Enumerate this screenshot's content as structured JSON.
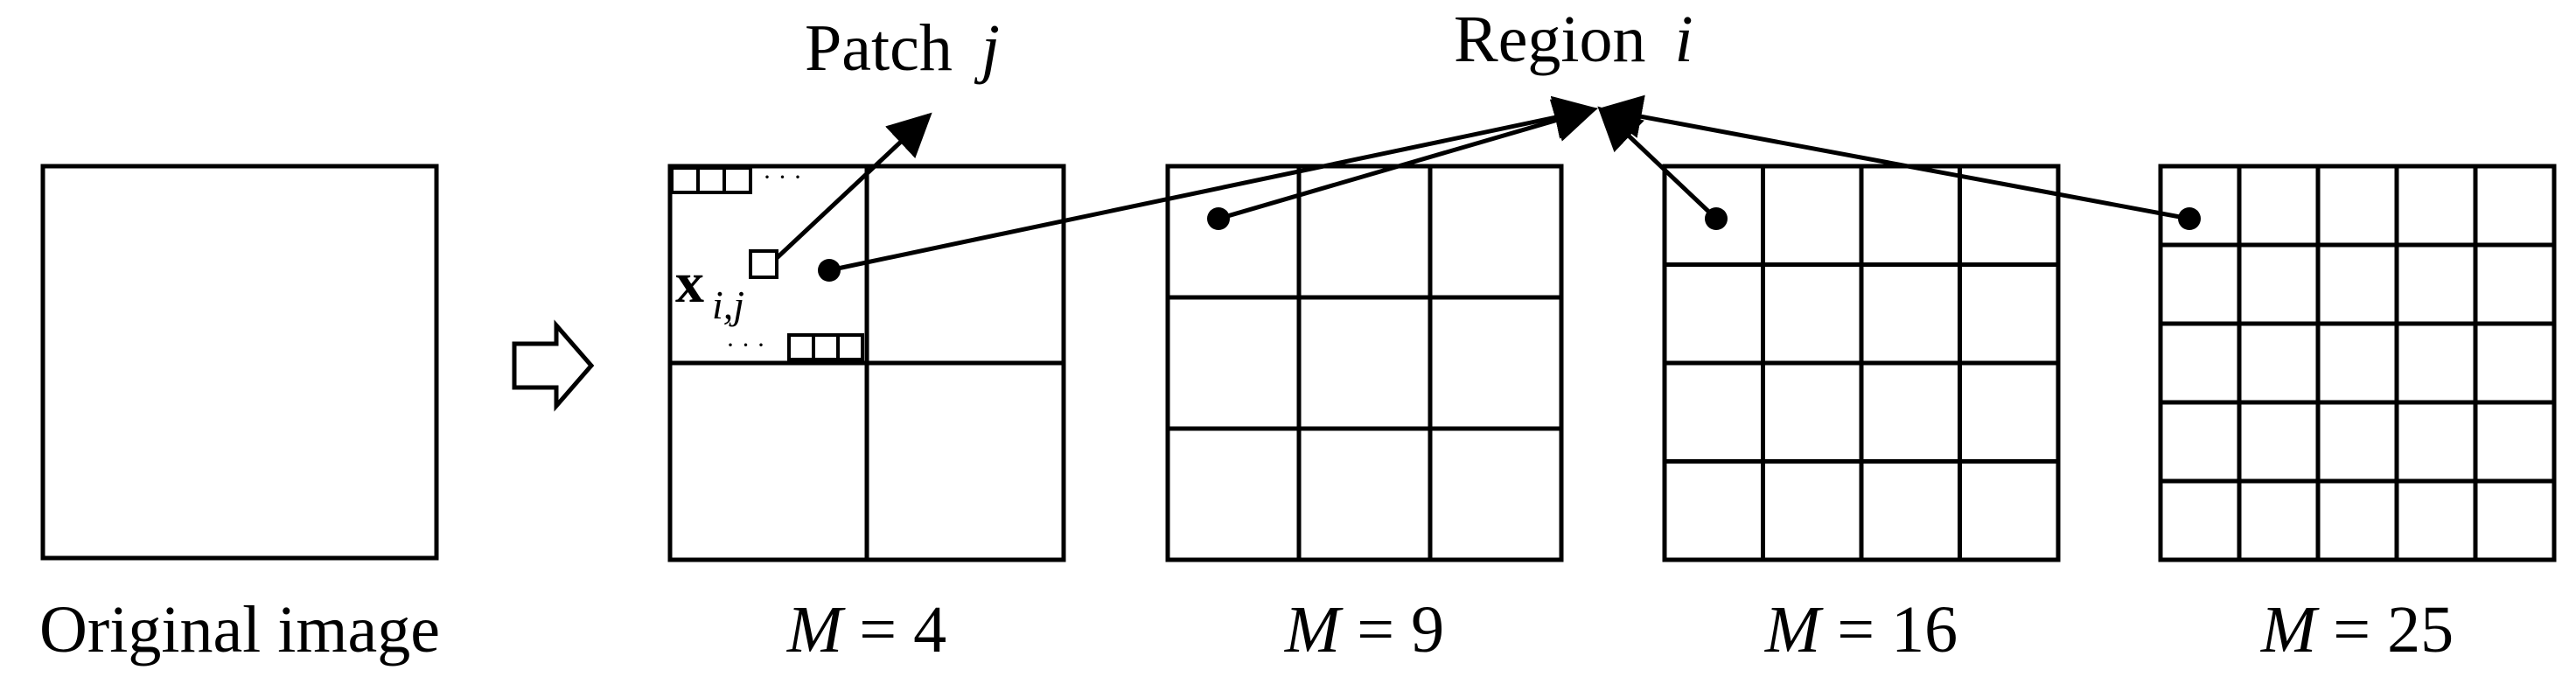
{
  "labels": {
    "original": "Original image",
    "patch_word": "Patch",
    "patch_var": "j",
    "region_word": "Region",
    "region_var": "i",
    "feature_symbol": "x",
    "feature_subscript": "i,j",
    "dots": "· · ·"
  },
  "panels": [
    {
      "var": "M",
      "eq": " = 4",
      "grid": 2
    },
    {
      "var": "M",
      "eq": " = 9",
      "grid": 3
    },
    {
      "var": "M",
      "eq": " = 16",
      "grid": 4
    },
    {
      "var": "M",
      "eq": " = 25",
      "grid": 5
    }
  ],
  "colors": {
    "stroke": "#000000",
    "background": "#ffffff"
  },
  "icons": {
    "transform_arrow": "hollow-right-arrow-icon"
  }
}
